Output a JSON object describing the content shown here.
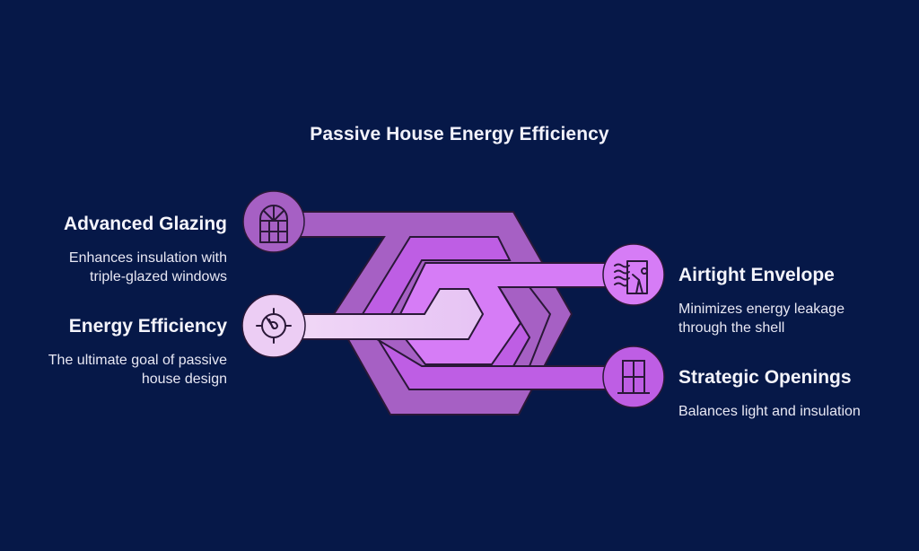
{
  "title": "Passive House Energy Efficiency",
  "colors": {
    "background": "#061848",
    "outer_band": "#A660C4",
    "second_band": "#BE5EE4",
    "third_band": "#D67CF6",
    "inner_band": "#ECCDF4",
    "outline": "#2A1838"
  },
  "items": [
    {
      "heading": "Advanced Glazing",
      "description_line1": "Enhances insulation with",
      "description_line2": "triple-glazed windows",
      "icon": "arched-window-icon",
      "side": "left"
    },
    {
      "heading": "Energy Efficiency",
      "description_line1": "The ultimate goal of passive",
      "description_line2": "house design",
      "icon": "gauge-target-icon",
      "side": "left"
    },
    {
      "heading": "Airtight Envelope",
      "description_line1": "Minimizes energy leakage",
      "description_line2": "through the shell",
      "icon": "air-leak-door-icon",
      "side": "right"
    },
    {
      "heading": "Strategic Openings",
      "description_line1": "Balances light and insulation",
      "description_line2": "",
      "icon": "window-icon",
      "side": "right"
    }
  ]
}
